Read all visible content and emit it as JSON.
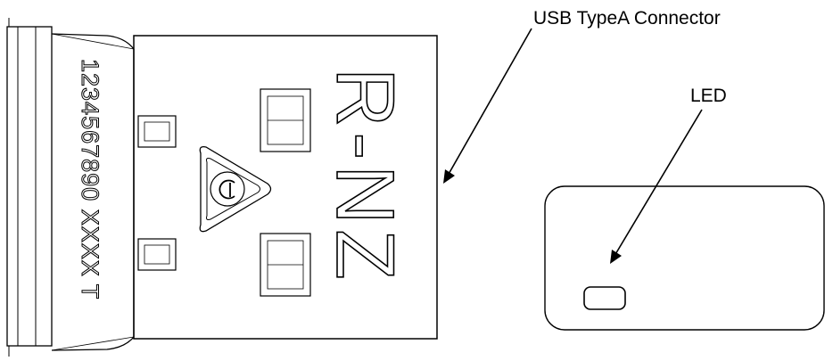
{
  "labels": {
    "connector": "USB TypeA Connector",
    "led": "LED"
  },
  "device": {
    "serial_number": "1234567890",
    "serial_suffix": "XXXX",
    "serial_mark": "T",
    "compliance_mark": "R-NZ"
  },
  "colors": {
    "line": "#000000",
    "background": "#ffffff"
  }
}
